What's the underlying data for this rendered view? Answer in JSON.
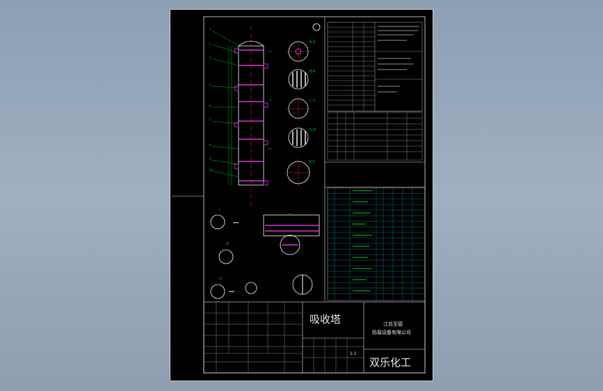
{
  "drawing": {
    "title": "吸收塔",
    "company_line1": "江苏至德",
    "company_line2": "防腐设备有限公司",
    "brand": "双乐化工",
    "scale": "1:1"
  },
  "colors": {
    "background": "#9aabbd",
    "paper": "#000000",
    "frame": "#e8e8e8",
    "outline": "#ffffff",
    "dimension": "#00c020",
    "part": "#ff40ff",
    "center": "#ff2020",
    "table_cyan": "#00d0d0",
    "table_green": "#20e040"
  },
  "views": {
    "section_labels": [
      "A-A",
      "B-B",
      "C-C",
      "D-D",
      "E-E"
    ],
    "detail_labels": [
      "I",
      "II",
      "III",
      "IV"
    ]
  }
}
